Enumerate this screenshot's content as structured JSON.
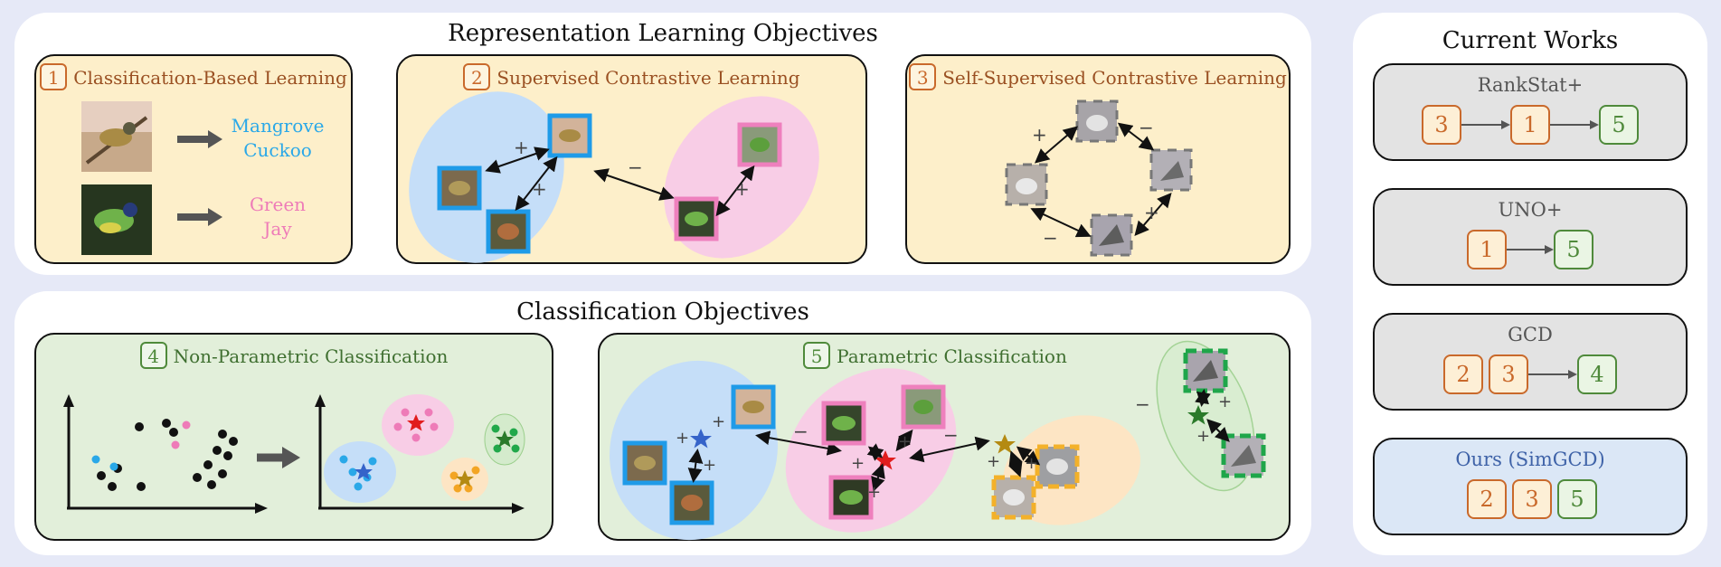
{
  "sections": {
    "representation_title": "Representation Learning Objectives",
    "classification_title": "Classification Objectives",
    "current_works_title": "Current Works"
  },
  "boxes": {
    "b1": {
      "number": "1",
      "title": "Classification-Based Learning",
      "class_a": [
        "Mangrove",
        "Cuckoo"
      ],
      "class_b": [
        "Green",
        "Jay"
      ]
    },
    "b2": {
      "number": "2",
      "title": "Supervised Contrastive Learning"
    },
    "b3": {
      "number": "3",
      "title": "Self-Supervised Contrastive Learning"
    },
    "b4": {
      "number": "4",
      "title": "Non-Parametric Classification"
    },
    "b5": {
      "number": "5",
      "title": "Parametric Classification"
    }
  },
  "signs": {
    "plus": "+",
    "minus": "−"
  },
  "works": [
    {
      "name": "RankStat+",
      "pipeline": [
        "3",
        "1",
        "5"
      ]
    },
    {
      "name": "UNO+",
      "pipeline": [
        "1",
        "5"
      ]
    },
    {
      "name": "GCD",
      "pipeline": [
        "2",
        "3",
        "4"
      ]
    },
    {
      "name": "Ours (SimGCD)",
      "pipeline": [
        "2",
        "3",
        "5"
      ]
    }
  ],
  "colors": {
    "panel_bg": "#e6e9f7",
    "yellow_box": "#fdefca",
    "green_box": "#e2efda",
    "gray_box": "#e3e3e3",
    "ours_box": "#dbe7f6",
    "orange_accent": "#c9692b",
    "green_accent": "#4f8a3b",
    "class_blue": "#2aa8e8",
    "class_pink": "#ee7bb8",
    "frame_blue": "#1f9be8",
    "frame_pink": "#ee80bd",
    "frame_orange": "#f3b12a",
    "frame_green": "#1fa64a"
  }
}
